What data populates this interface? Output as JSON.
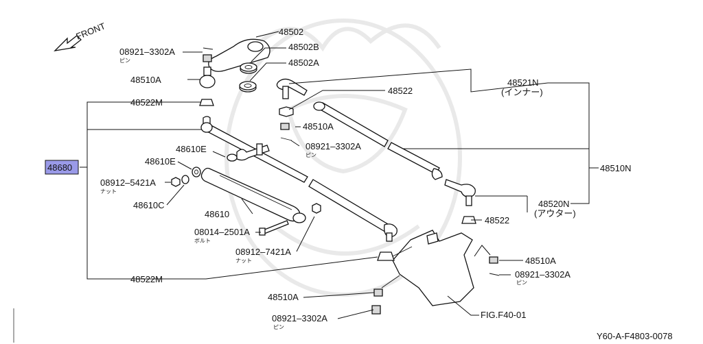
{
  "direction": "FRONT",
  "labels": {
    "l48502": "48502",
    "l08921_top": "08921–3302A",
    "pin_top": "ピン",
    "l48502B": "48502B",
    "l48510A_top": "48510A",
    "l48502A": "48502A",
    "l48521N": "48521N",
    "inner": "(インナー)",
    "l48522_top": "48522",
    "l48522M_top": "48522M",
    "l48510A_mid": "48510A",
    "l08921_mid": "08921–3302A",
    "pin_mid": "ピン",
    "l48610E_1": "48610E",
    "l48610E_2": "48610E",
    "l48680": "48680",
    "l48510N": "48510N",
    "l08912_5421": "08912–5421A",
    "nut_1": "ナット",
    "l48610C": "48610C",
    "l48610": "48610",
    "l48520N": "48520N",
    "outer": "(アウター)",
    "l48522_right": "48522",
    "l08014": "08014–2501A",
    "bolt": "ボルト",
    "l08912_7421": "08912–7421A",
    "nut_2": "ナット",
    "l48510A_right": "48510A",
    "l08921_right": "08921–3302A",
    "pin_right": "ピン",
    "l48522M_bot": "48522M",
    "l48510A_bot": "48510A",
    "l08921_bot": "08921–3302A",
    "pin_bot": "ピン",
    "fig": "FIG.F40-01",
    "code": "Y60-A-F4803-0078"
  },
  "colors": {
    "highlight": "#9a9ae8",
    "line": "#111111"
  }
}
